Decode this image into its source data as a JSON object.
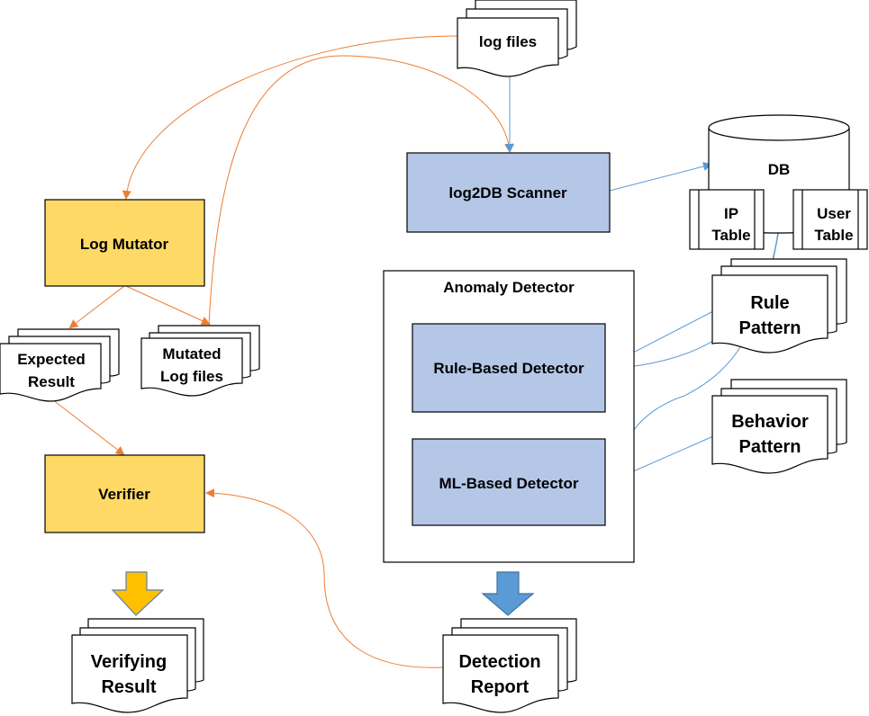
{
  "nodes": {
    "log_files": "log files",
    "log2db_scanner": "log2DB Scanner",
    "db": "DB",
    "ip_table": [
      "IP",
      "Table"
    ],
    "user_table": [
      "User",
      "Table"
    ],
    "log_mutator": "Log Mutator",
    "expected_result": [
      "Expected",
      "Result"
    ],
    "mutated_log_files": [
      "Mutated",
      "Log files"
    ],
    "verifier": "Verifier",
    "verifying_result": [
      "Verifying",
      "Result"
    ],
    "anomaly_detector": "Anomaly Detector",
    "rule_based_detector": "Rule-Based Detector",
    "ml_based_detector": "ML-Based Detector",
    "rule_pattern": [
      "Rule",
      "Pattern"
    ],
    "behavior_pattern": [
      "Behavior",
      "Pattern"
    ],
    "detection_report": [
      "Detection",
      "Report"
    ]
  },
  "colors": {
    "yellow_box": "#FFD966",
    "blue_box": "#B4C7E7",
    "orange_line": "#ED7D31",
    "blue_line": "#5B9BD5",
    "yellow_arrow": "#FFC000",
    "blue_arrow": "#5B9BD5",
    "outline": "#000000"
  }
}
